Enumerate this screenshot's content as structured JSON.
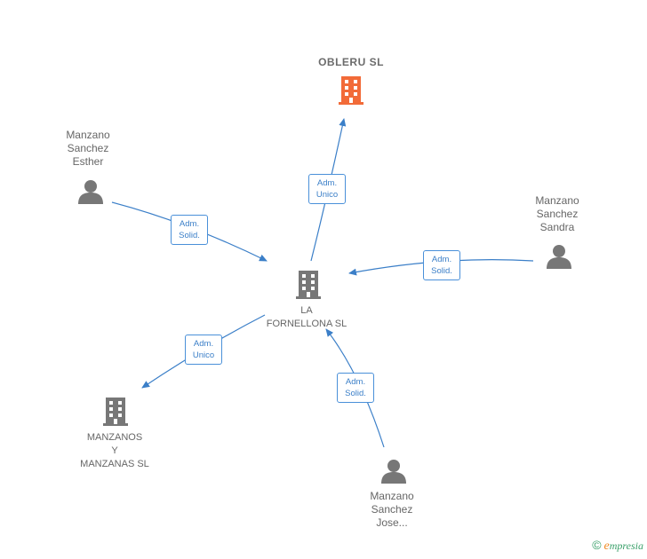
{
  "nodes": {
    "obleru": {
      "label": "OBLERU  SL",
      "type": "company",
      "color": "#f26b38"
    },
    "fornellona": {
      "label": "LA\nFORNELLONA SL",
      "type": "company",
      "color": "#777777"
    },
    "manzanos": {
      "label": "MANZANOS\nY\nMANZANAS  SL",
      "type": "company",
      "color": "#777777"
    },
    "esther": {
      "label": "Manzano\nSanchez\nEsther",
      "type": "person",
      "color": "#777777"
    },
    "sandra": {
      "label": "Manzano\nSanchez\nSandra",
      "type": "person",
      "color": "#777777"
    },
    "jose": {
      "label": "Manzano\nSanchez\nJose...",
      "type": "person",
      "color": "#777777"
    }
  },
  "edges": {
    "fornellona_obleru": "Adm.\nUnico",
    "esther_fornellona": "Adm.\nSolid.",
    "sandra_fornellona": "Adm.\nSolid.",
    "fornellona_manzanos": "Adm.\nUnico",
    "jose_fornellona": "Adm.\nSolid."
  },
  "edge_color": "#3b7fc8",
  "brand": {
    "copyright": "©",
    "e": "e",
    "rest": "mpresia"
  }
}
